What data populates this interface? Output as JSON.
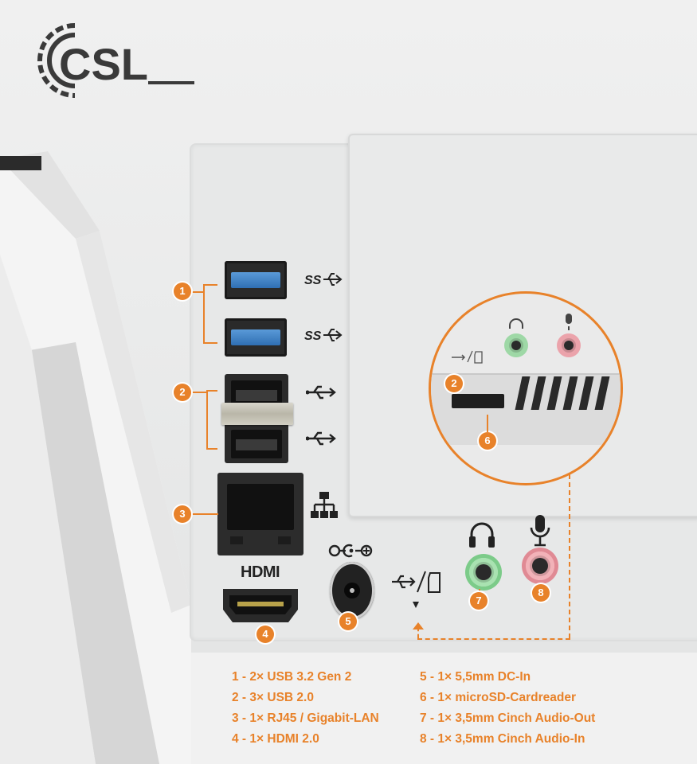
{
  "brand": {
    "logo_text": "CSL"
  },
  "labels": {
    "hdmi": "HDMI"
  },
  "badges": [
    "1",
    "2",
    "3",
    "4",
    "5",
    "6",
    "7",
    "8"
  ],
  "callout_badges": [
    "2",
    "6"
  ],
  "legend": {
    "left": [
      "1 - 2× USB 3.2 Gen 2",
      "2 - 3× USB 2.0",
      "3 - 1× RJ45 / Gigabit-LAN",
      "4 - 1× HDMI 2.0"
    ],
    "right": [
      "5 - 1× 5,5mm DC-In",
      "6 - 1× microSD-Cardreader",
      "7 - 1× 3,5mm Cinch Audio-Out",
      "8 - 1× 3,5mm Cinch Audio-In"
    ]
  },
  "colors": {
    "accent": "#e8822a",
    "usb3_blue": "#2f6fb3",
    "audio_out_green": "#8fd39a",
    "audio_in_pink": "#e89aa2"
  },
  "icons": [
    "superspeed-usb-icon",
    "usb-icon",
    "network-icon",
    "dc-power-icon",
    "headphones-icon",
    "microphone-icon",
    "usb-sd-icon"
  ]
}
